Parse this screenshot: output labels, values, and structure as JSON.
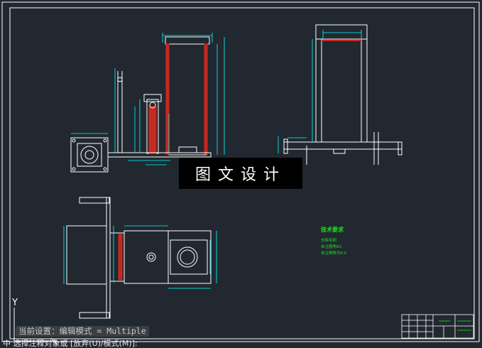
{
  "watermark": {
    "text": "图文设计"
  },
  "command_line": {
    "current_setting": "当前设置：编辑模式 = Multiple",
    "prompt": "中 选择注释对象或 [放弃(U)/模式(M)]:"
  },
  "tech_requirements": {
    "title": "技术要求",
    "items": [
      "去除毛刺",
      "未注圆角R2",
      "未注倒角为0.5"
    ]
  },
  "ucs": {
    "y_label": "Y"
  },
  "colors": {
    "background": "#212830",
    "line": "#ffffff",
    "dimension": "#00ffff",
    "hatch": "#c8281e",
    "text_green": "#19e619"
  }
}
